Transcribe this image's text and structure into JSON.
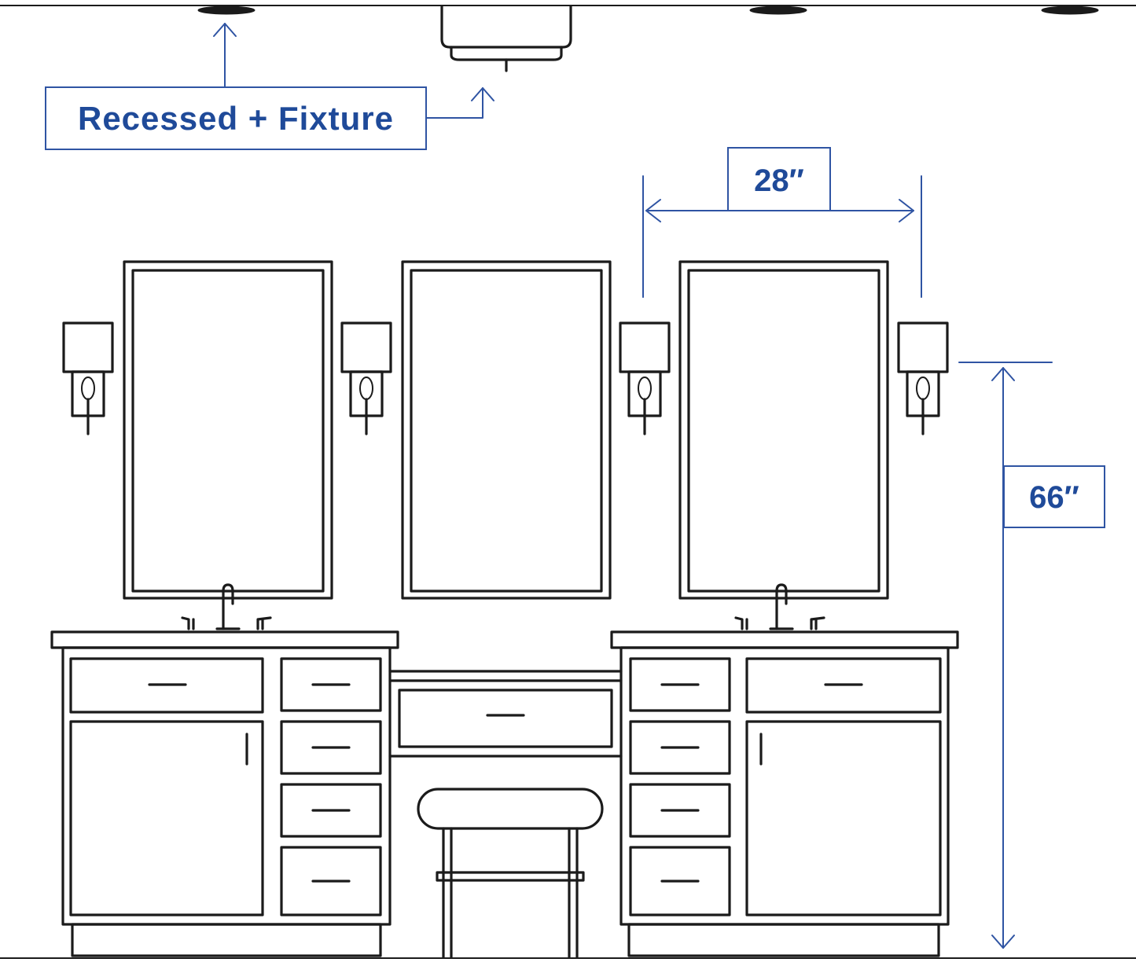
{
  "labels": {
    "lighting": "Recessed + Fixture",
    "sconce_spacing": "28″",
    "sconce_height": "66″"
  },
  "colors": {
    "accent": "#2f54a3",
    "label_text": "#1f4a99",
    "ink": "#1b1b1b",
    "background": "#ffffff"
  }
}
